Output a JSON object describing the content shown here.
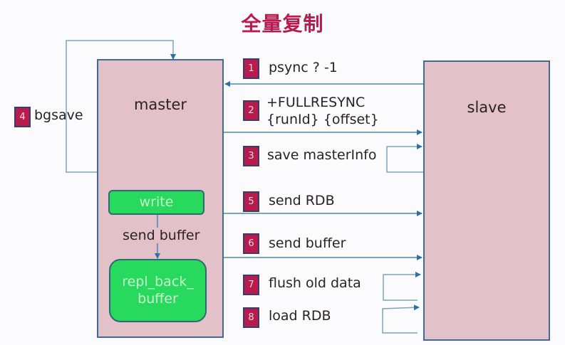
{
  "title": "全量复制",
  "colors": {
    "title": "#b81c4f",
    "box_fill": "#e2c2c8",
    "box_border": "#3f6b94",
    "green_fill": "#27d95c",
    "arrow": "#3a78a8",
    "badge": "#b81c4f"
  },
  "master": {
    "label": "master",
    "write_label": "write",
    "send_buffer_label": "send buffer",
    "repl_buffer_line1": "repl_back_",
    "repl_buffer_line2": "buffer"
  },
  "slave": {
    "label": "slave"
  },
  "steps": [
    {
      "num": "1",
      "text": "psync ? -1",
      "direction": "slave-to-master"
    },
    {
      "num": "2",
      "text": "+FULLRESYNC",
      "text2": "{runId} {offset}",
      "direction": "master-to-slave"
    },
    {
      "num": "3",
      "text": "save masterInfo",
      "direction": "slave-self"
    },
    {
      "num": "4",
      "text": "bgsave",
      "direction": "master-self"
    },
    {
      "num": "5",
      "text": "send RDB",
      "direction": "master-to-slave"
    },
    {
      "num": "6",
      "text": "send buffer",
      "direction": "master-to-slave"
    },
    {
      "num": "7",
      "text": "flush old data",
      "direction": "slave-self"
    },
    {
      "num": "8",
      "text": "load RDB",
      "direction": "slave-self"
    }
  ]
}
